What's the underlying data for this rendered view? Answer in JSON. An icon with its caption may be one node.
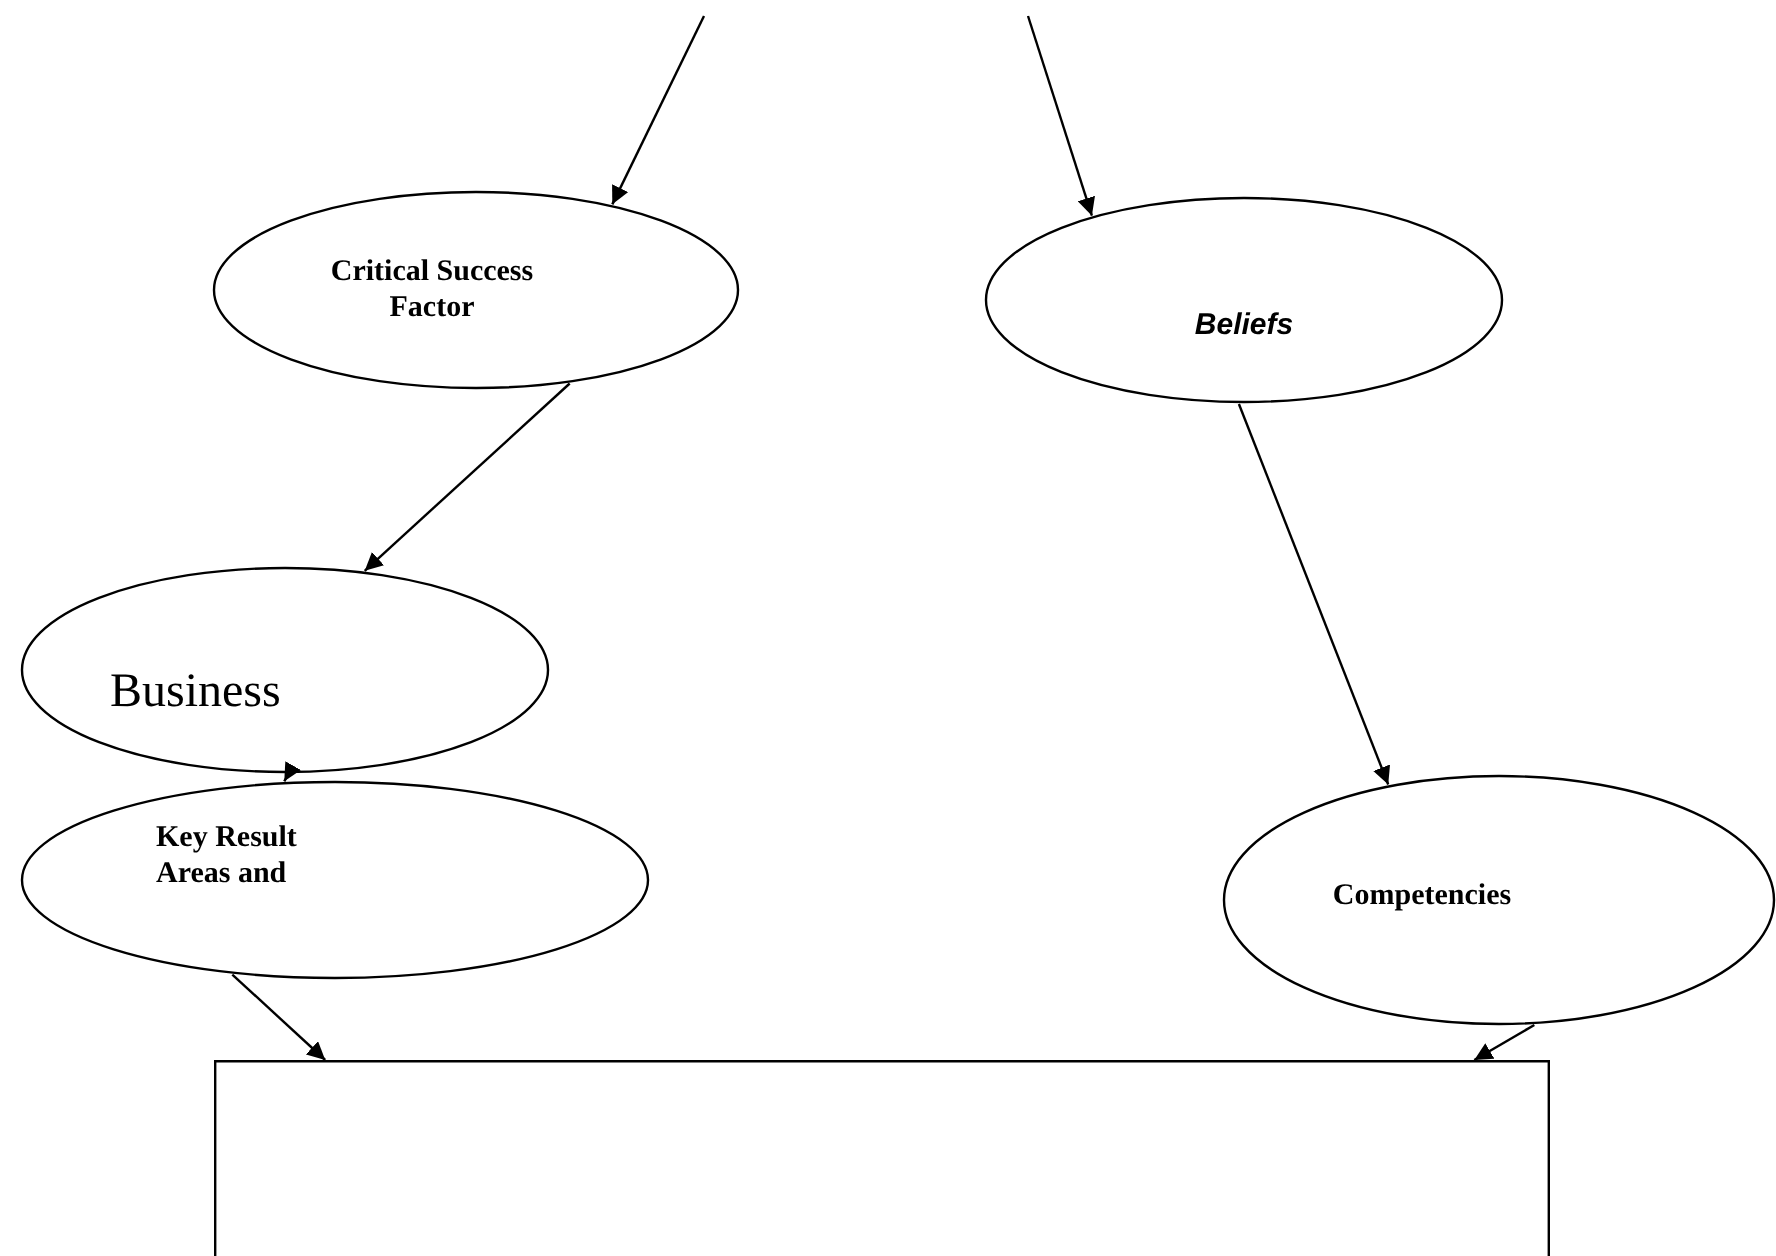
{
  "diagram": {
    "nodes": [
      {
        "text": [
          "Critical Success Factor"
        ]
      },
      {
        "text": [
          "Beliefs"
        ]
      },
      {
        "text": [
          "Business"
        ]
      },
      {
        "text": [
          "Key Result Areas and"
        ]
      },
      {
        "text": [
          "Competencies"
        ]
      },
      {
        "text": [],
        "shape": "box"
      }
    ],
    "edges": [
      {
        "from": null,
        "to": 0,
        "arrow": "to"
      },
      {
        "from": null,
        "to": 1,
        "arrow": "to"
      },
      {
        "from": 0,
        "to": 2,
        "arrow": "to"
      },
      {
        "from": 1,
        "to": 4,
        "arrow": "to"
      },
      {
        "from": 2,
        "to": 3,
        "arrow": "to"
      },
      {
        "from": 3,
        "to": 5,
        "arrow": "to"
      },
      {
        "from": 4,
        "to": 5,
        "arrow": "to"
      }
    ]
  }
}
